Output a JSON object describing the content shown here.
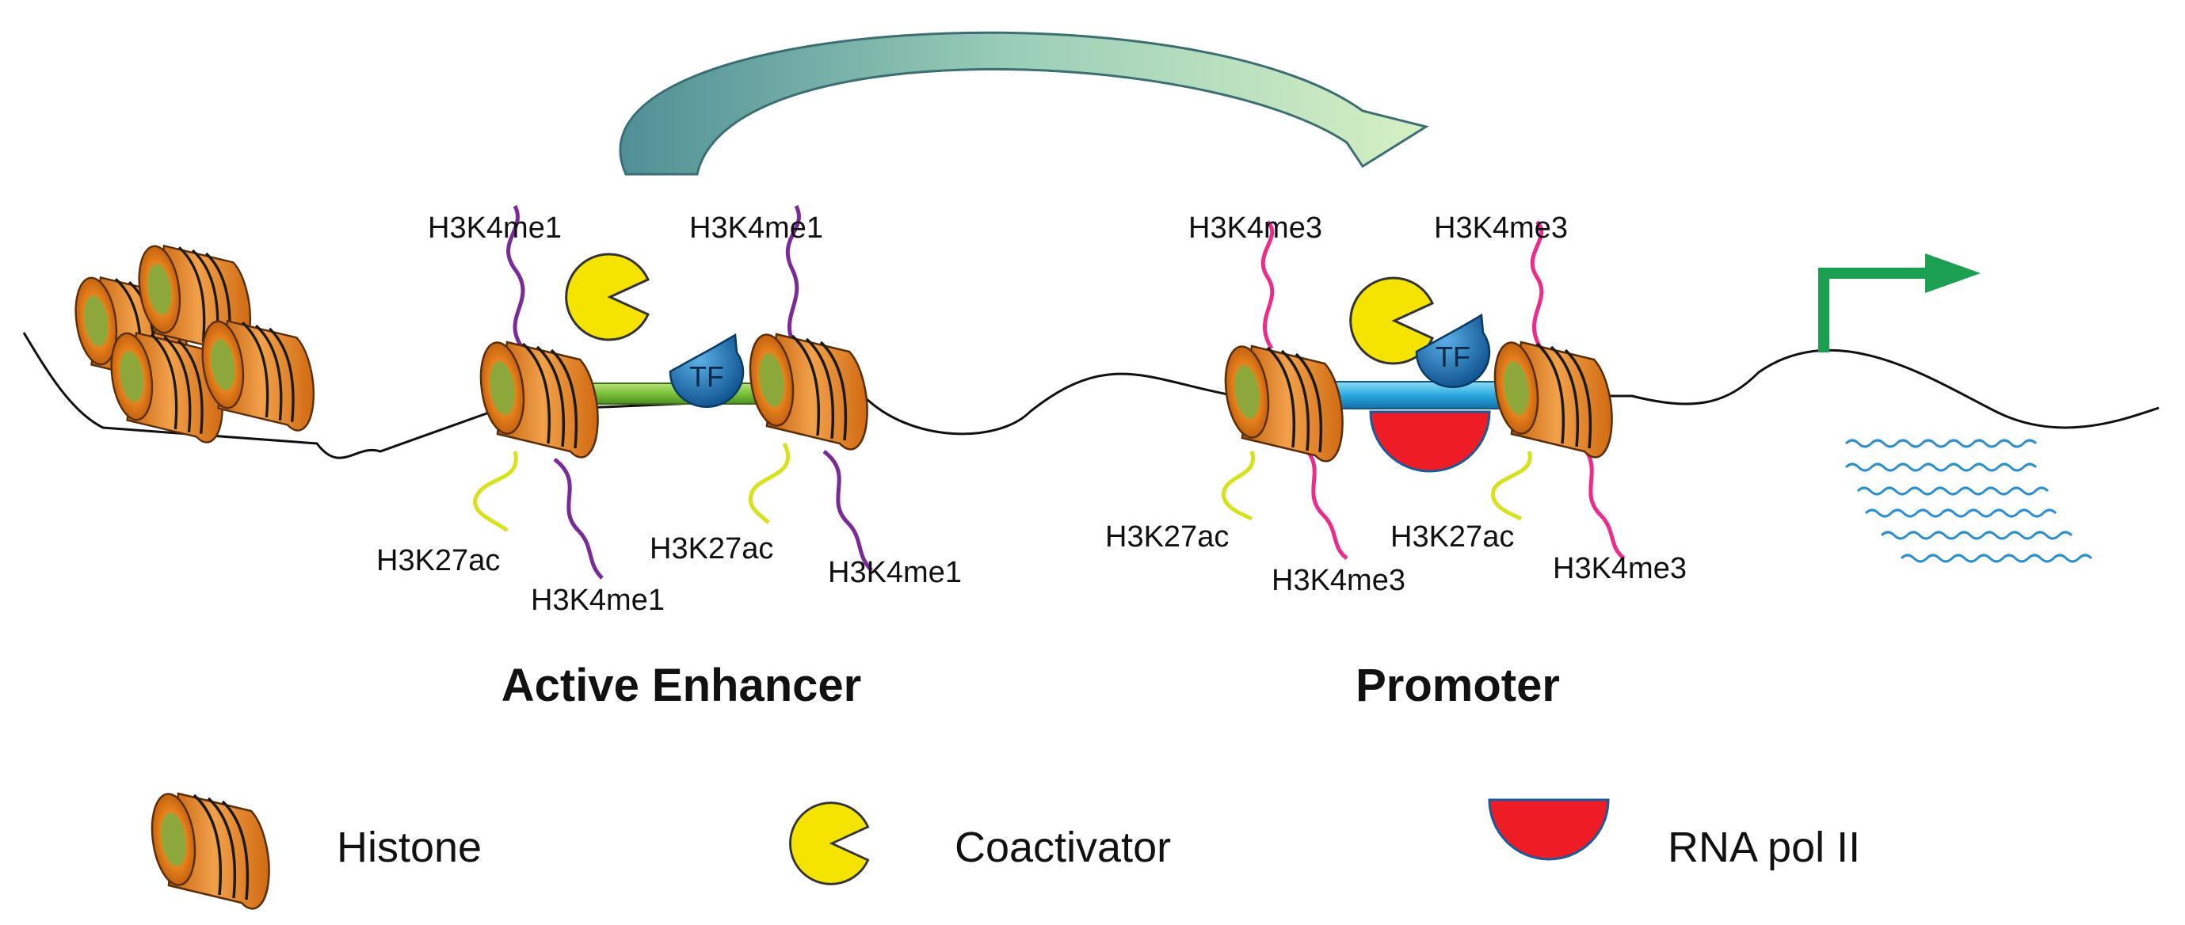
{
  "enhancer": {
    "title": "Active Enhancer",
    "tf_label": "TF",
    "labels": {
      "top_left": "H3K4me1",
      "top_right": "H3K4me1",
      "bottom_acetyl_left": "H3K27ac",
      "bottom_methyl_left": "H3K4me1",
      "bottom_acetyl_right": "H3K27ac",
      "bottom_methyl_right": "H3K4me1"
    }
  },
  "promoter": {
    "title": "Promoter",
    "tf_label": "TF",
    "labels": {
      "top_left": "H3K4me3",
      "top_right": "H3K4me3",
      "bottom_acetyl_left": "H3K27ac",
      "bottom_methyl_left": "H3K4me3",
      "bottom_acetyl_right": "H3K27ac",
      "bottom_methyl_right": "H3K4me3"
    }
  },
  "legend": {
    "histone": "Histone",
    "coactivator": "Coactivator",
    "rna_pol": "RNA pol II"
  },
  "colors": {
    "histone_fill": "#e8821e",
    "histone_core": "#8ca83a",
    "coactivator": "#f5e400",
    "tf": "#1a6fb5",
    "rna_pol": "#ee1c24",
    "enhancer_dna": "#7bc23a",
    "promoter_dna": "#29a8df",
    "h3k4me1_tail": "#7b2a9a",
    "h3k4me3_tail": "#ee2a8a",
    "h3k27ac_tail": "#d8e21a",
    "tss_arrow": "#1aa050",
    "transcript": "#2a8fd0"
  }
}
